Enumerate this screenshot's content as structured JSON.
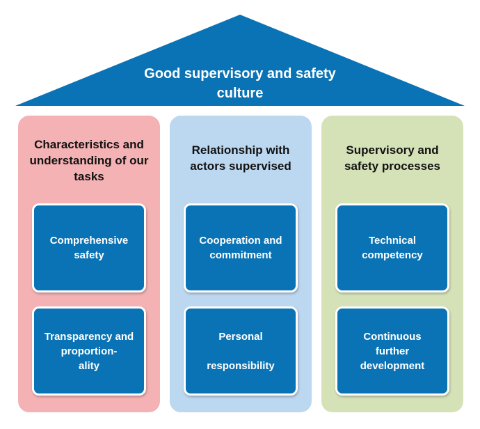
{
  "roof": {
    "title": "Good supervisory and safety\nculture",
    "color": "#0a73b5"
  },
  "pillars": [
    {
      "heading": "Characteristics  and\nunderstanding  of our\ntasks",
      "color": "#f4b2b4",
      "boxes": [
        "Comprehensive\nsafety",
        "Transparency and\nproportion-\nality"
      ]
    },
    {
      "heading": "Relationship with\nactors supervised",
      "color": "#bcd7f0",
      "boxes": [
        "Cooperation and\ncommitment",
        "Personal\n\nresponsibility"
      ]
    },
    {
      "heading": "Supervisory  and\nsafety processes",
      "color": "#d5e2b8",
      "boxes": [
        "Technical\ncompetency",
        "Continuous\nfurther\ndevelopment"
      ]
    }
  ],
  "box_color": "#0a73b5"
}
